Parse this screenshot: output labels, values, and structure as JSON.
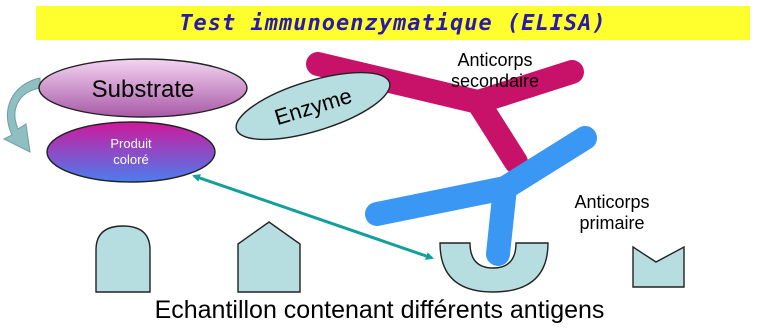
{
  "title": "Test immunoenzymatique (ELISA)",
  "labels": {
    "substrate": "Substrate",
    "enzyme": "Enzyme",
    "product_line1": "Produit",
    "product_line2": "coloré",
    "secondary_line1": "Anticorps",
    "secondary_line2": "secondaire",
    "primary_line1": "Anticorps",
    "primary_line2": "primaire",
    "sample": "Echantillon contenant différents antigens"
  },
  "colors": {
    "banner_bg": "#ffff2e",
    "title_text": "#2a1aa8",
    "secondary_antibody": "#c8126a",
    "primary_antibody": "#3a97f4",
    "antigen_fill": "#b6dde0",
    "double_arrow": "#12a098",
    "cycle_arrow": "#8fbfc0"
  }
}
